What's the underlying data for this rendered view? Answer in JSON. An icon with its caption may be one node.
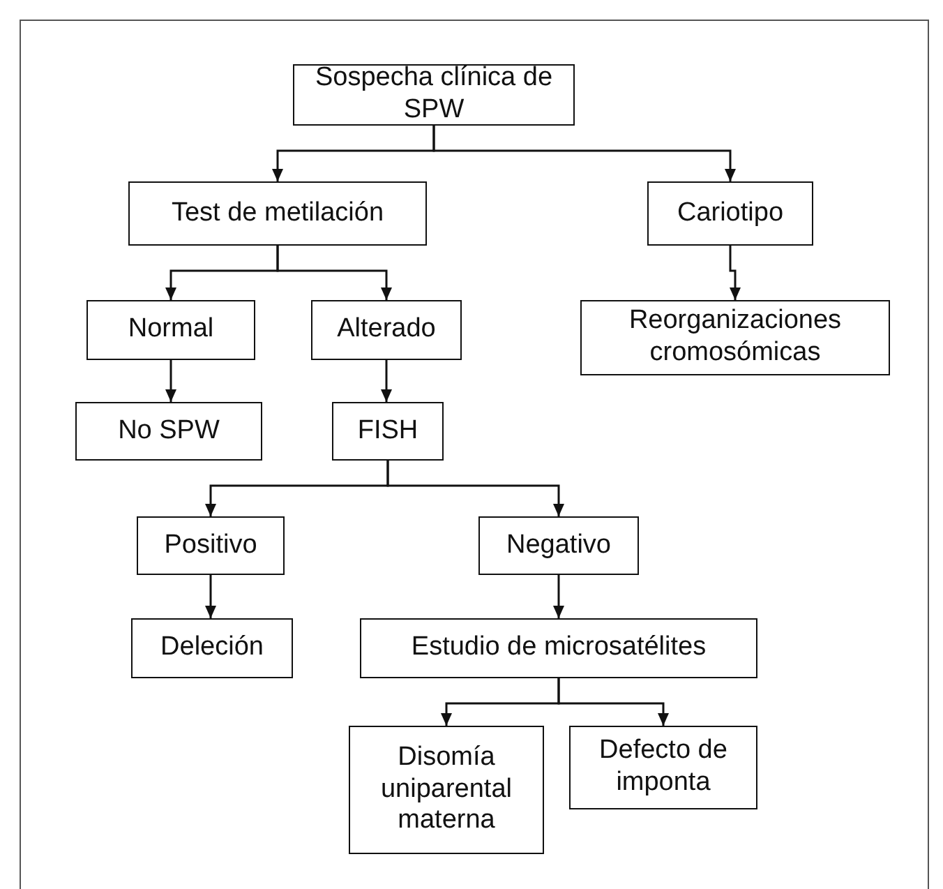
{
  "diagram": {
    "nodes": [
      {
        "text": [
          "Sospecha clínica de SPW"
        ]
      },
      {
        "text": [
          "Test de metilación"
        ]
      },
      {
        "text": [
          "Cariotipo"
        ]
      },
      {
        "text": [
          "Reorganizaciones cromosómicas"
        ]
      },
      {
        "text": [
          "Normal"
        ]
      },
      {
        "text": [
          "Alterado"
        ]
      },
      {
        "text": [
          "No SPW"
        ]
      },
      {
        "text": [
          "FISH"
        ]
      },
      {
        "text": [
          "Positivo"
        ]
      },
      {
        "text": [
          "Negativo"
        ]
      },
      {
        "text": [
          "Deleción"
        ]
      },
      {
        "text": [
          "Estudio de microsatélites"
        ]
      },
      {
        "text": [
          "Disomía uniparental materna"
        ]
      },
      {
        "text": [
          "Defecto de imponta"
        ]
      }
    ],
    "edges": [
      {
        "from": 0,
        "to": 1,
        "arrow": "to"
      },
      {
        "from": 0,
        "to": 2,
        "arrow": "to"
      },
      {
        "from": 1,
        "to": 4,
        "arrow": "to"
      },
      {
        "from": 1,
        "to": 5,
        "arrow": "to"
      },
      {
        "from": 2,
        "to": 3,
        "arrow": "to"
      },
      {
        "from": 4,
        "to": 6,
        "arrow": "to"
      },
      {
        "from": 5,
        "to": 7,
        "arrow": "to"
      },
      {
        "from": 7,
        "to": 8,
        "arrow": "to"
      },
      {
        "from": 7,
        "to": 9,
        "arrow": "to"
      },
      {
        "from": 8,
        "to": 10,
        "arrow": "to"
      },
      {
        "from": 9,
        "to": 11,
        "arrow": "to"
      },
      {
        "from": 11,
        "to": 12,
        "arrow": "to"
      },
      {
        "from": 11,
        "to": 13,
        "arrow": "to"
      }
    ]
  }
}
